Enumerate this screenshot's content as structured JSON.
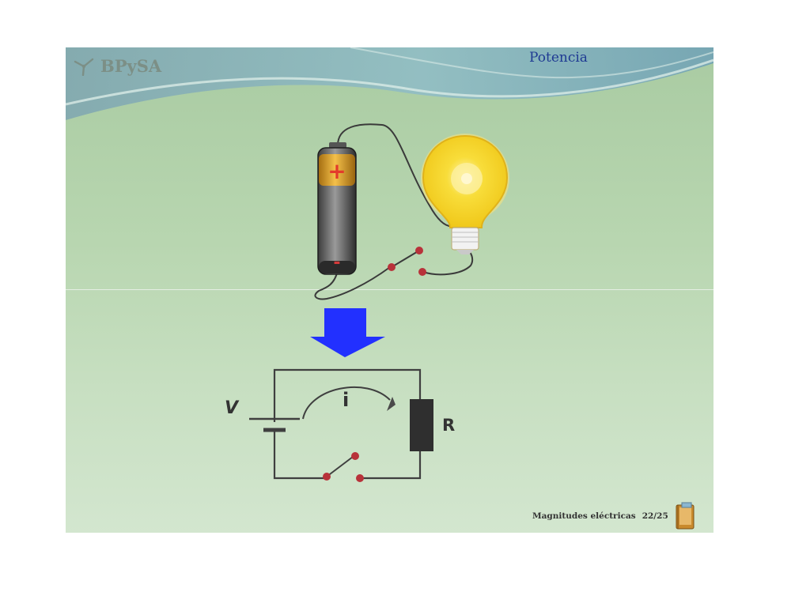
{
  "slide": {
    "logo_text": "BPySA",
    "title": "Potencia"
  },
  "diagram": {
    "battery_plus": "+",
    "battery_minus": "-",
    "voltage_label": "V",
    "current_label": "i",
    "resistor_label": "R"
  },
  "footer": {
    "caption": "Magnitudes eléctricas",
    "page": "22/25"
  },
  "colors": {
    "title": "#1f3a93",
    "arrow": "#2230ff",
    "wire": "#3a3a3a",
    "switch_contact": "#b8323a",
    "bulb": "#f6d627"
  }
}
